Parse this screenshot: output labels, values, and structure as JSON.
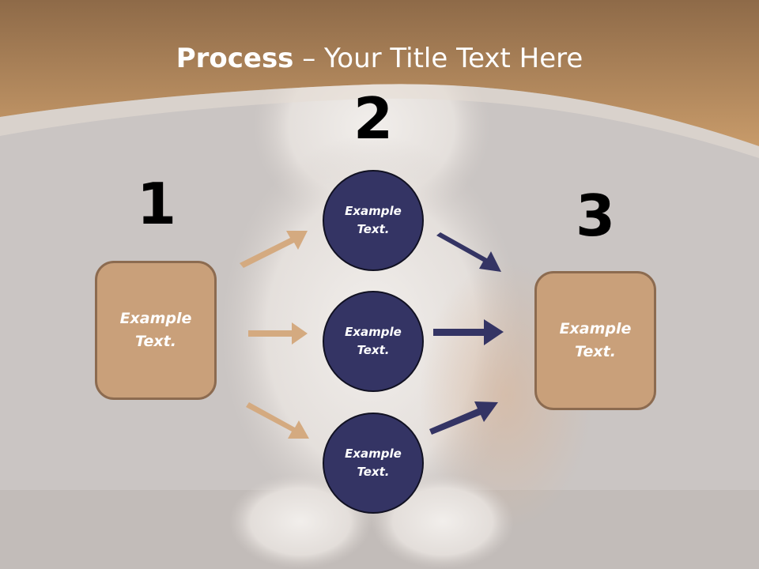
{
  "slide": {
    "title_bold": "Process",
    "title_rest": " – Your Title Text Here",
    "colors": {
      "header_brown": "#b68657",
      "box_fill": "#c9a07a",
      "box_border": "#8c6b50",
      "circle_fill": "#343464",
      "arrow_tan": "#d4aa80",
      "arrow_navy": "#343464"
    }
  },
  "steps": [
    {
      "number": "1",
      "label": "Example\nText."
    },
    {
      "number": "2",
      "label": "Example\nText."
    },
    {
      "number": "3",
      "label": "Example\nText."
    }
  ],
  "circles": [
    {
      "label": "Example\nText."
    },
    {
      "label": "Example\nText."
    },
    {
      "label": "Example\nText."
    }
  ]
}
